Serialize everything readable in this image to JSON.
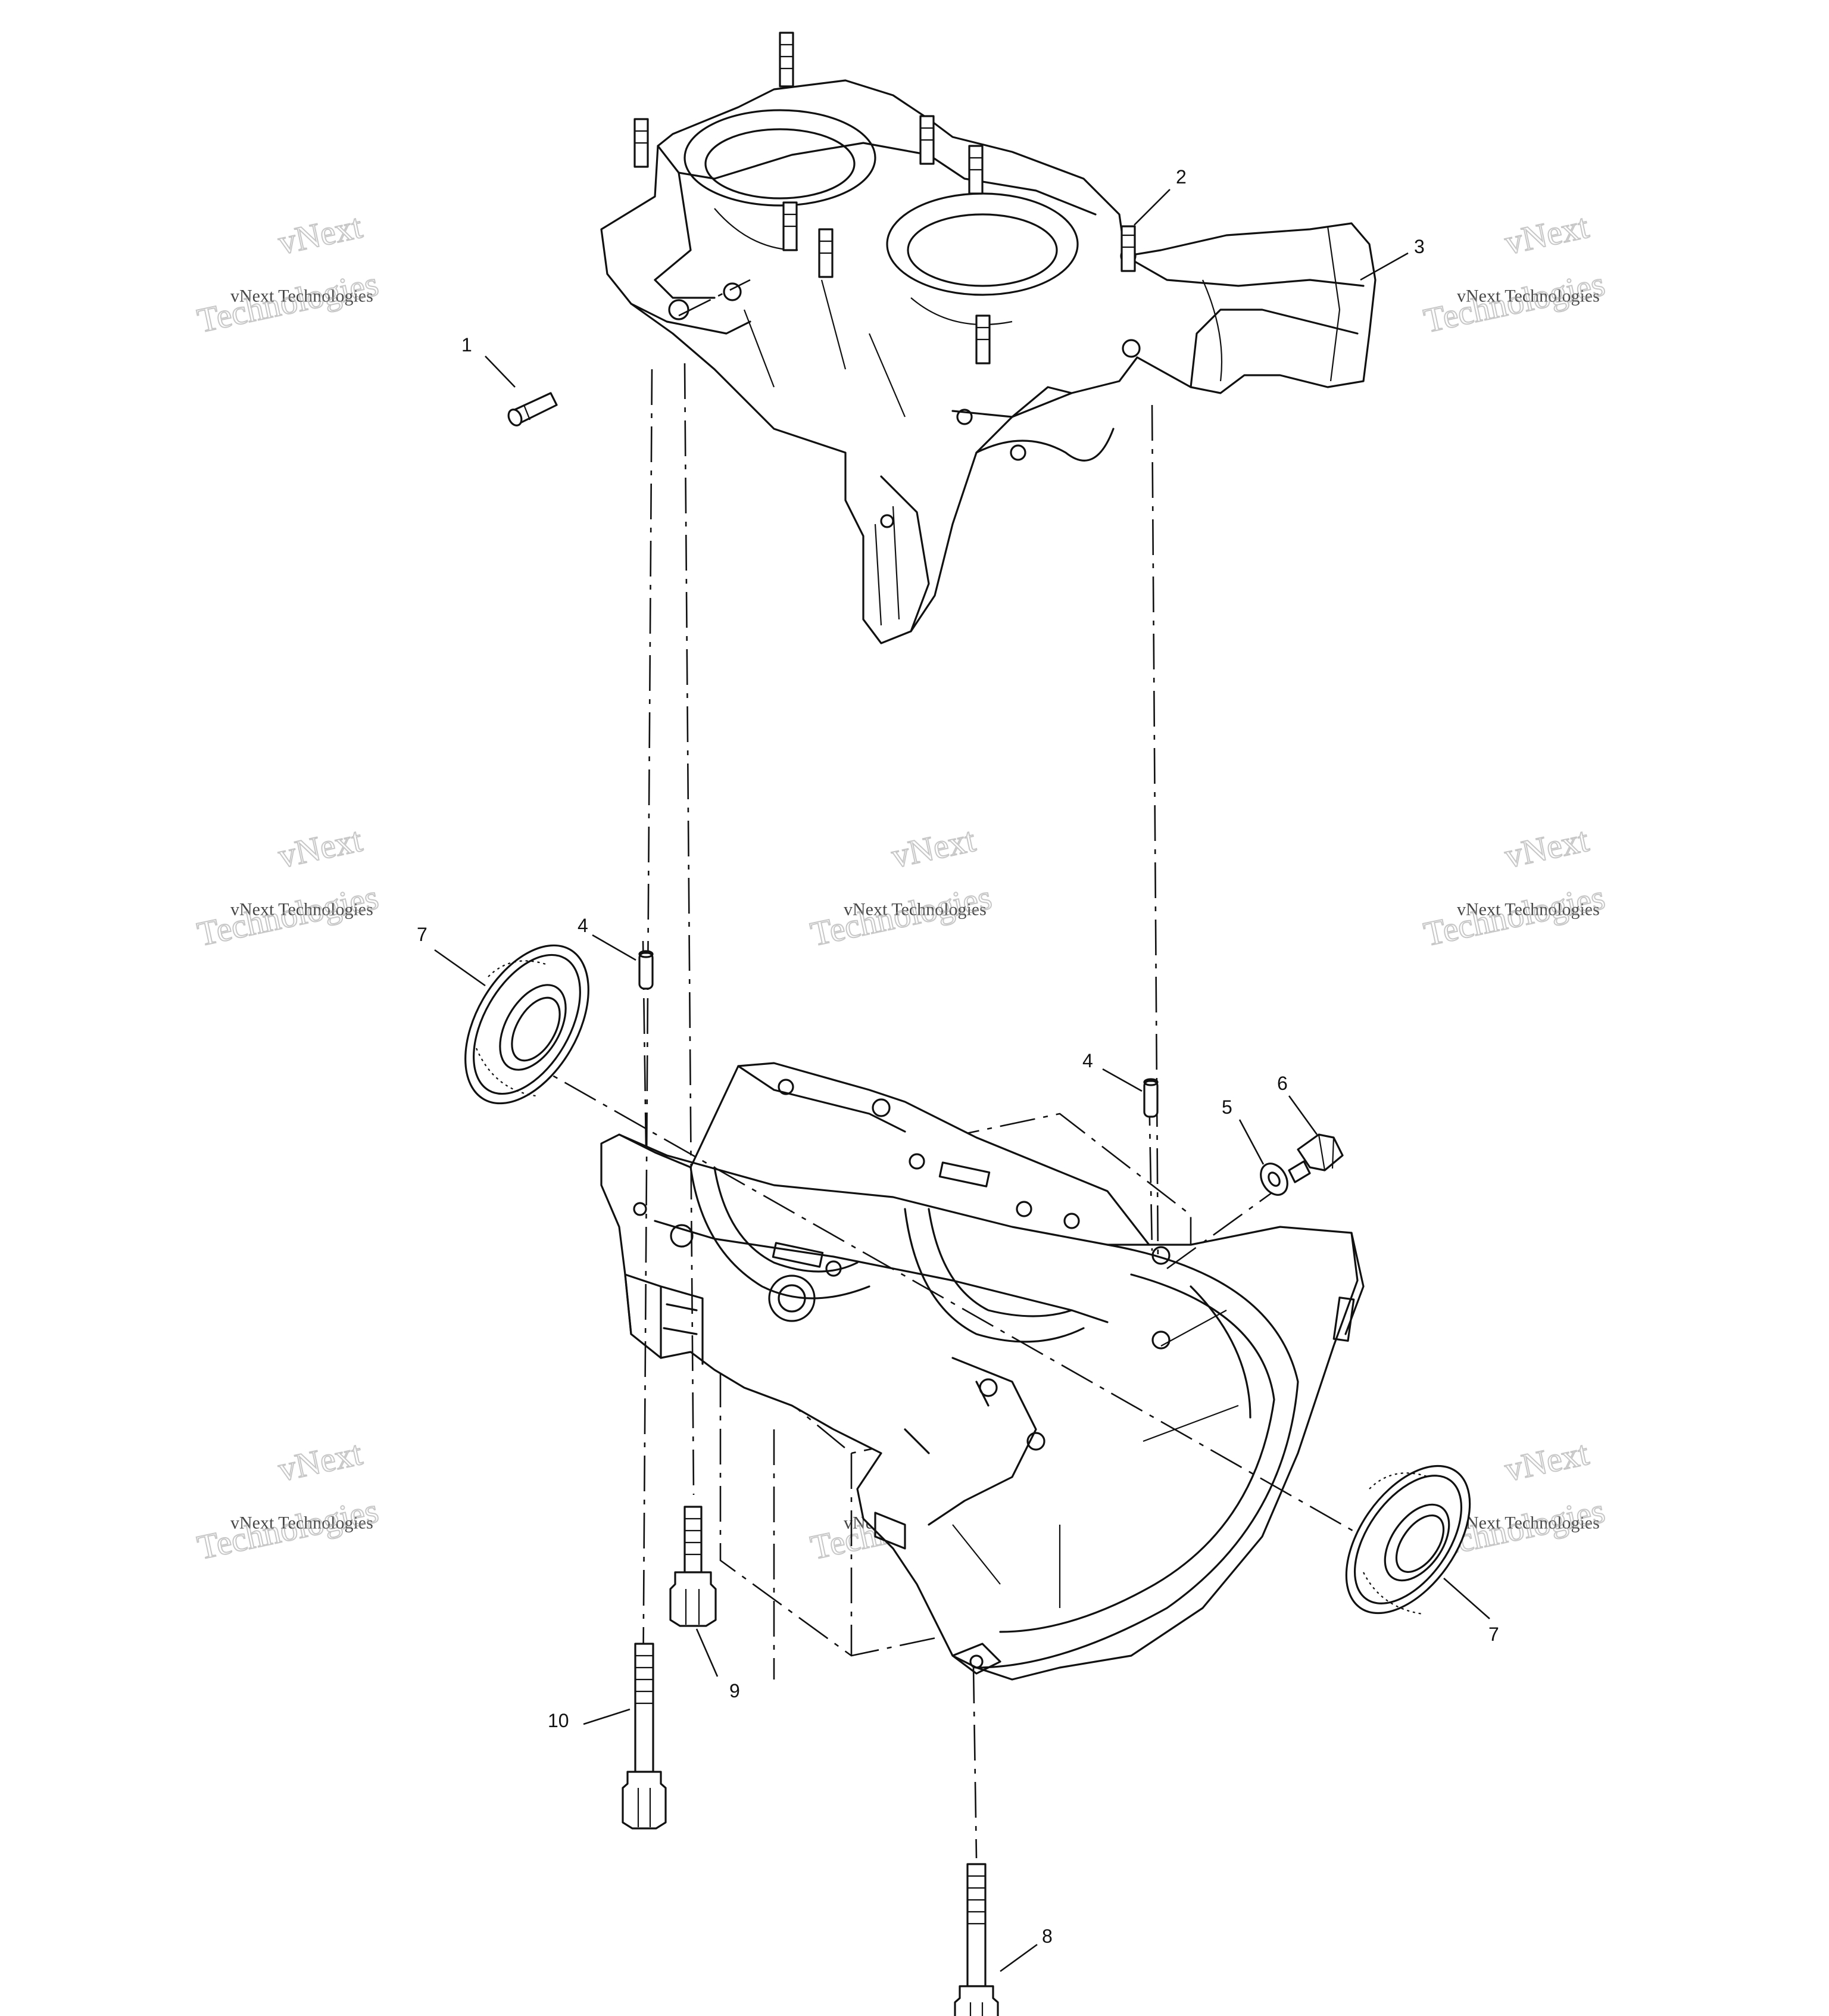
{
  "callouts": [
    {
      "id": "1",
      "text": "1"
    },
    {
      "id": "2",
      "text": "2"
    },
    {
      "id": "3",
      "text": "3"
    },
    {
      "id": "4a",
      "text": "4"
    },
    {
      "id": "4b",
      "text": "4"
    },
    {
      "id": "5",
      "text": "5"
    },
    {
      "id": "6",
      "text": "6"
    },
    {
      "id": "7a",
      "text": "7"
    },
    {
      "id": "7b",
      "text": "7"
    },
    {
      "id": "8",
      "text": "8"
    },
    {
      "id": "9",
      "text": "9"
    },
    {
      "id": "10",
      "text": "10"
    }
  ],
  "watermark": {
    "line1": "vNext",
    "line2": "vNext Technologies",
    "line3": "Technologies"
  }
}
